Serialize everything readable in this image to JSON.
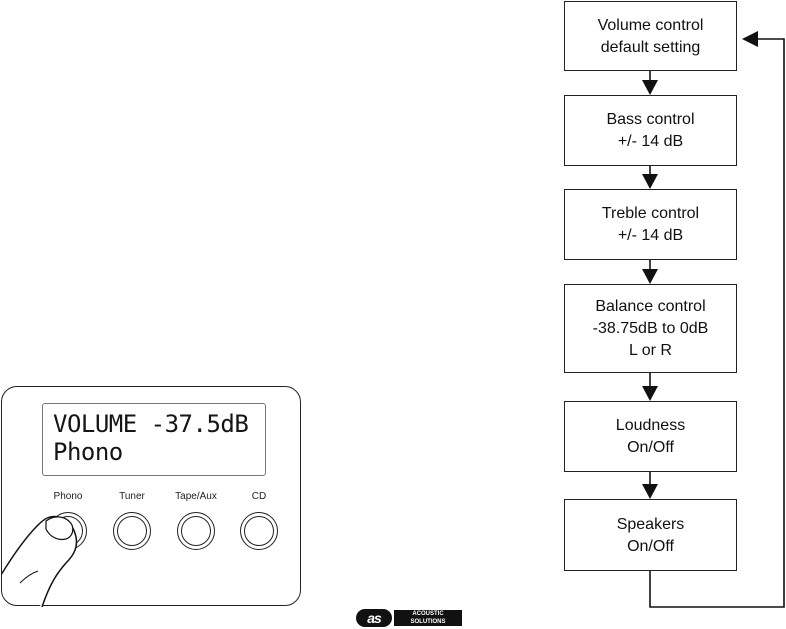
{
  "front_panel": {
    "display": {
      "line1": "VOLUME -37.5dB",
      "line2": "Phono"
    },
    "buttons": [
      {
        "label": "Phono"
      },
      {
        "label": "Tuner"
      },
      {
        "label": "Tape/Aux"
      },
      {
        "label": "CD"
      }
    ]
  },
  "logo": {
    "mark": "as",
    "line1": "ACOUSTIC",
    "line2": "SOLUTIONS"
  },
  "flowchart": {
    "steps": [
      {
        "line1": "Volume control",
        "line2": "default setting"
      },
      {
        "line1": "Bass control",
        "line2": "+/- 14 dB"
      },
      {
        "line1": "Treble control",
        "line2": "+/- 14 dB"
      },
      {
        "line1": "Balance control",
        "line2": "-38.75dB to 0dB",
        "line3": "L or R"
      },
      {
        "line1": "Loudness",
        "line2": "On/Off"
      },
      {
        "line1": "Speakers",
        "line2": "On/Off"
      }
    ]
  }
}
